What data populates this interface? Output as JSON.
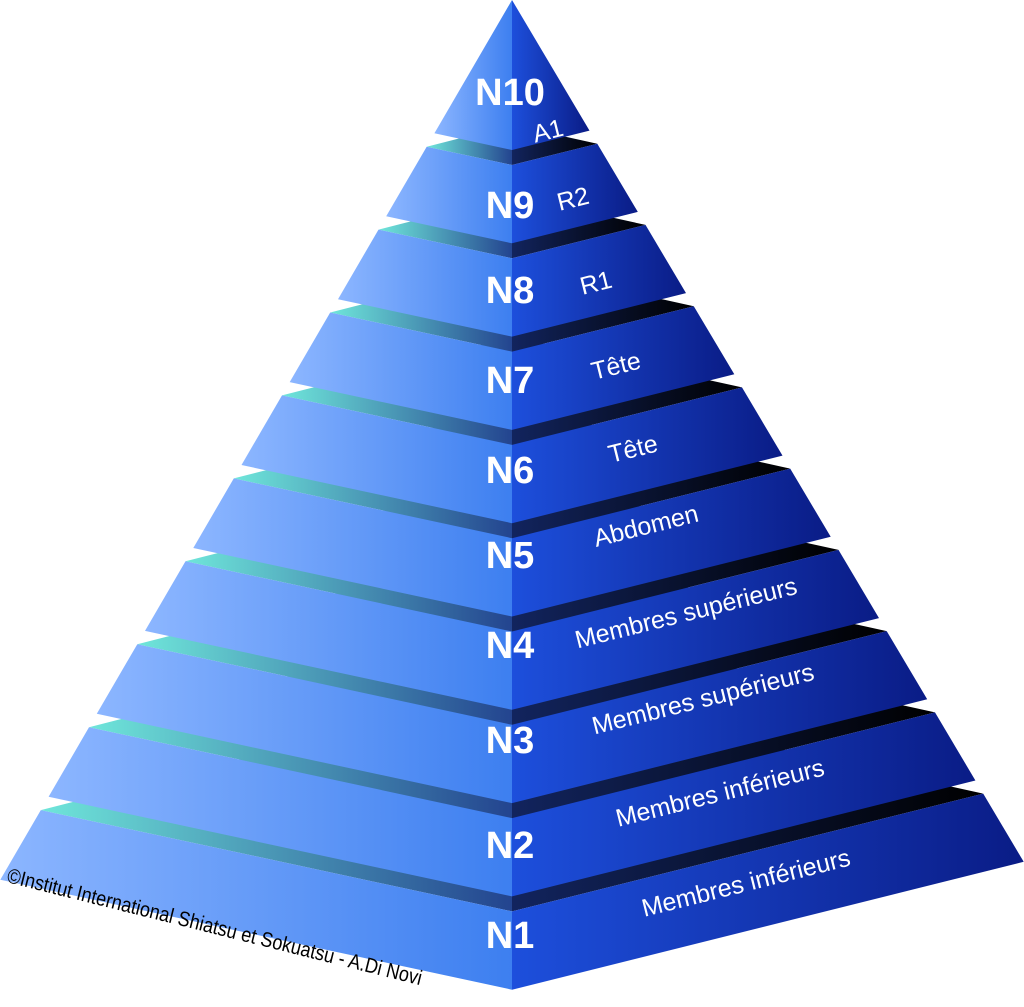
{
  "colors": {
    "left_face_light": "#8cb6ff",
    "left_face_dark": "#3d7ff0",
    "right_face_light": "#1d4fdc",
    "right_face_dark": "#0a1c86",
    "top_left_light": "#6fe6da",
    "top_left_dark": "#23448f",
    "top_right_light": "#12245e",
    "top_right_dark": "#000000"
  },
  "levels": [
    {
      "level": "N10",
      "area": "A1"
    },
    {
      "level": "N9",
      "area": "R2"
    },
    {
      "level": "N8",
      "area": "R1"
    },
    {
      "level": "N7",
      "area": "Tête"
    },
    {
      "level": "N6",
      "area": "Tête"
    },
    {
      "level": "N5",
      "area": "Abdomen"
    },
    {
      "level": "N4",
      "area": "Membres supérieurs"
    },
    {
      "level": "N3",
      "area": "Membres supérieurs"
    },
    {
      "level": "N2",
      "area": "Membres inférieurs"
    },
    {
      "level": "N1",
      "area": "Membres inférieurs"
    }
  ],
  "copyright": "©Institut International Shiatsu et Sokuatsu - A.Di Novi"
}
